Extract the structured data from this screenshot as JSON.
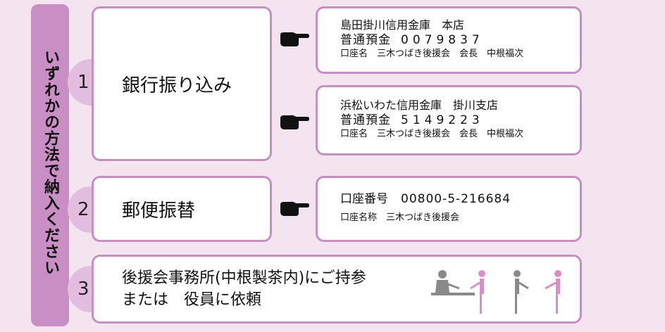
{
  "side_label": "いずれかの方法で納入ください",
  "methods": [
    {
      "number": "1",
      "label": "銀行振り込み",
      "accounts": [
        {
          "bank": "島田掛川信用金庫　本店",
          "type": "普通預金",
          "number": "0079837",
          "holder": "口座名　三木つばき後援会　会長　中根福次"
        },
        {
          "bank": "浜松いわた信用金庫　掛川支店",
          "type": "普通預金",
          "number": "5149223",
          "holder": "口座名　三木つばき後援会　会長　中根福次"
        }
      ]
    },
    {
      "number": "2",
      "label": "郵便振替",
      "account": {
        "label": "口座番号",
        "number": "00800-5-216684",
        "holder": "口座名称　三木つばき後援会"
      }
    },
    {
      "number": "3",
      "line1": "後援会事務所(中根製茶内)にご持参",
      "line2": "または　役員に依頼"
    }
  ],
  "colors": {
    "background": "#f3e4f0",
    "side_bar": "#c98fc5",
    "circle": "#e2bde0",
    "border": "#c58fc1",
    "figure_gray": "#8a8a8a",
    "figure_pink": "#d98ec9"
  },
  "icons": [
    "pointing-hand-icon",
    "people-handing-over-icon"
  ]
}
